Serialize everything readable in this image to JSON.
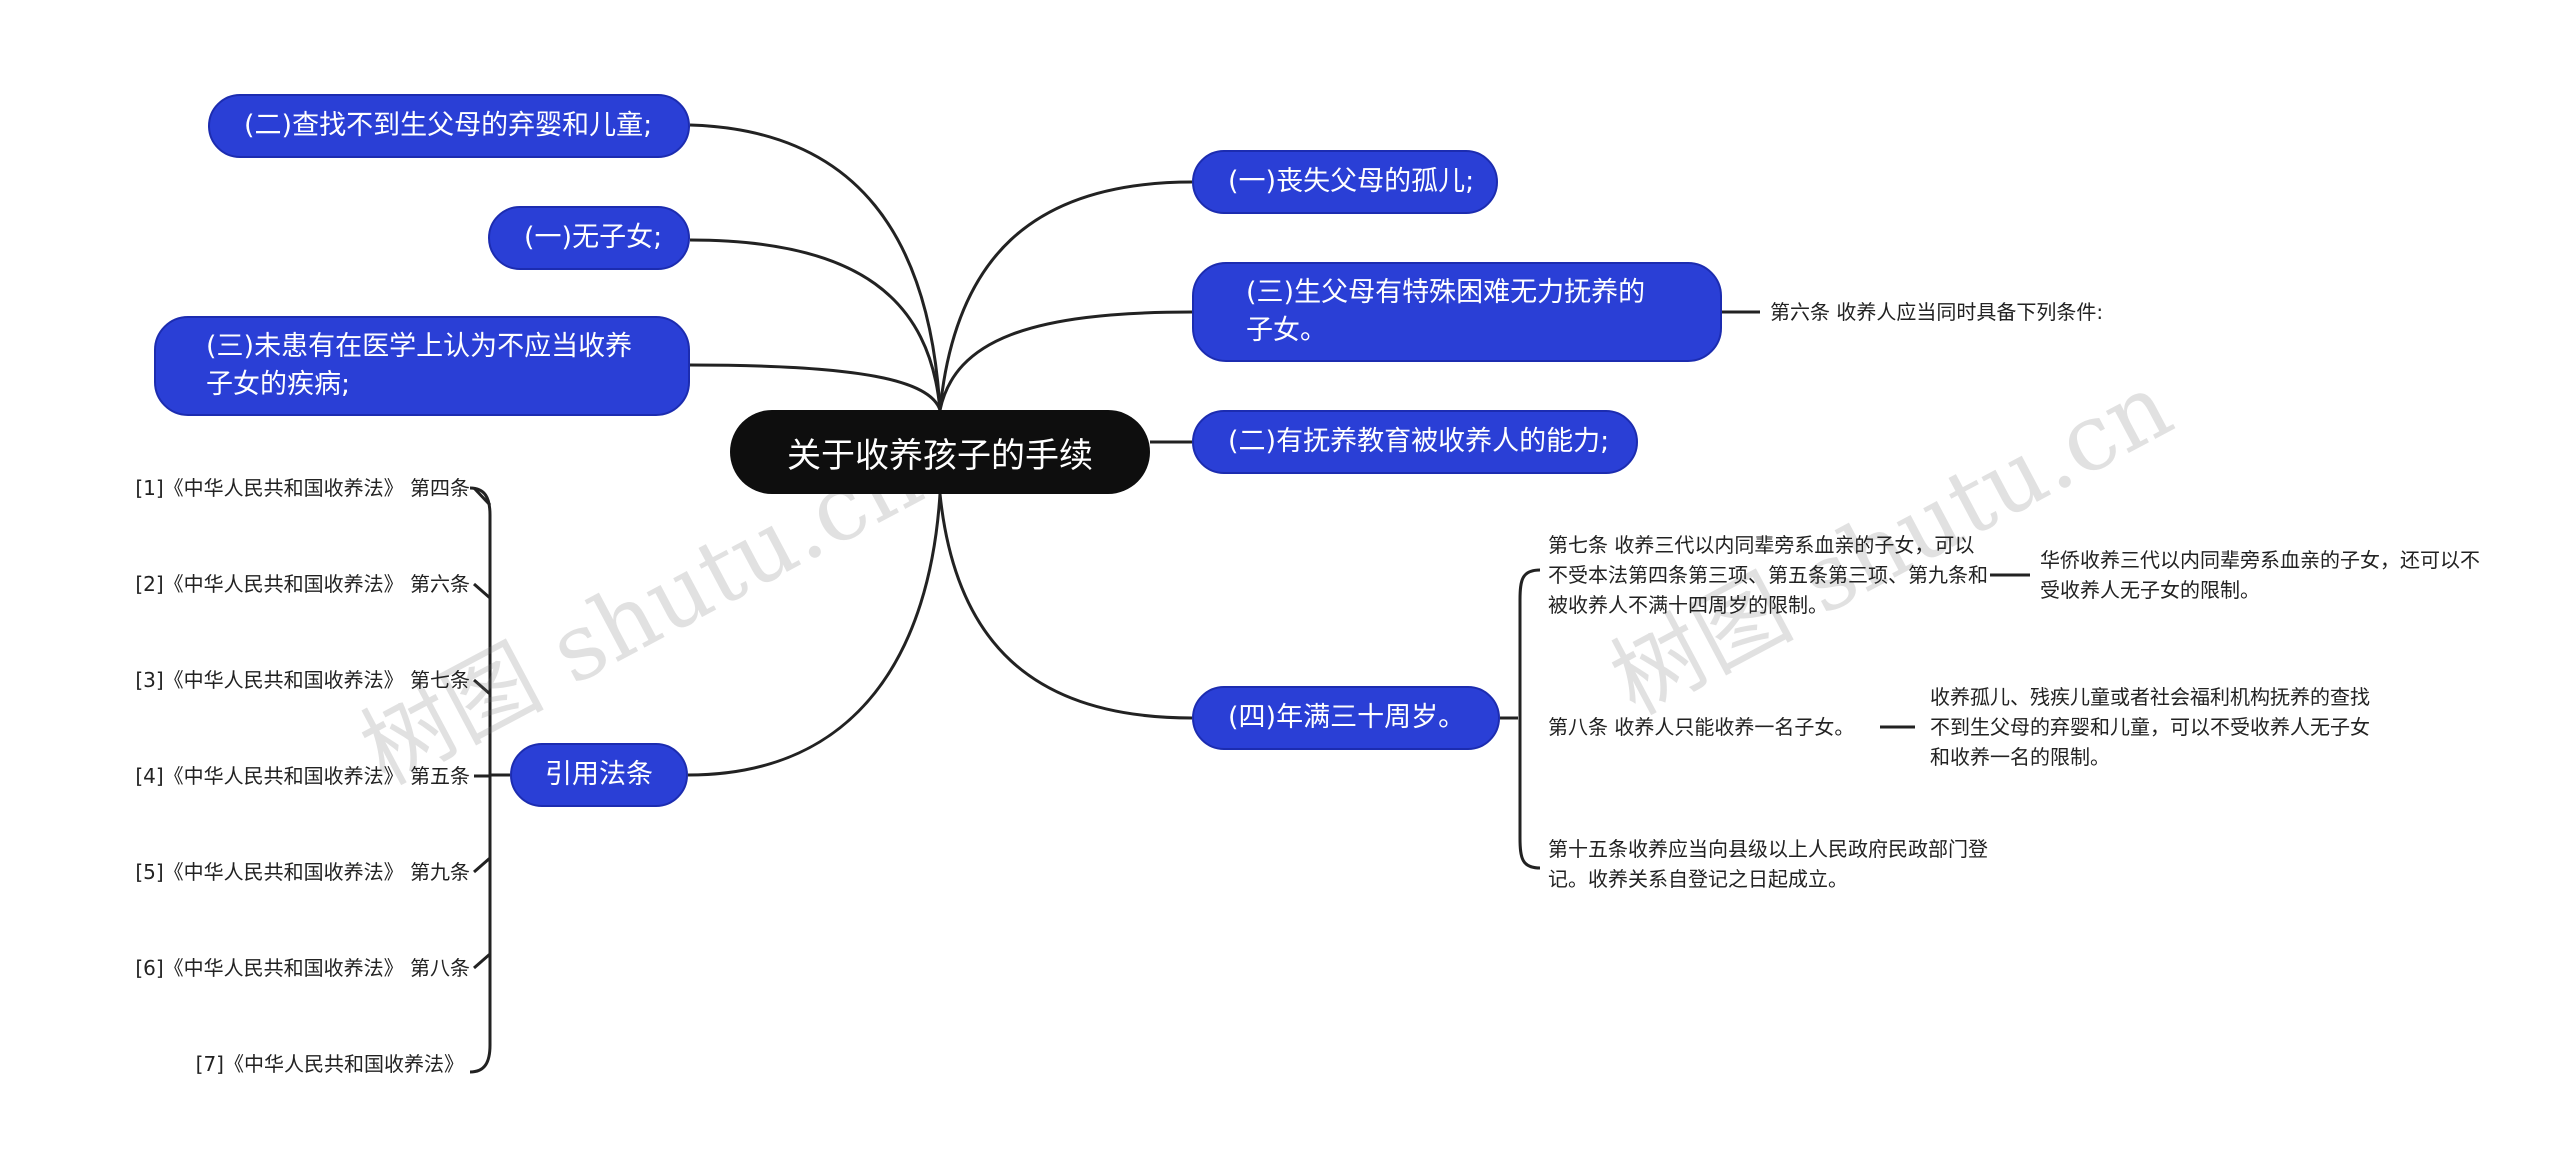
{
  "root": {
    "label": "关于收养孩子的手续"
  },
  "left_branches": [
    {
      "label": "(二)查找不到生父母的弃婴和儿童;"
    },
    {
      "label": "(一)无子女;"
    },
    {
      "label": "(三)未患有在医学上认为不应当收养子女的疾病;"
    },
    {
      "label": "引用法条"
    }
  ],
  "right_branches": [
    {
      "label": "(一)丧失父母的孤儿;"
    },
    {
      "label": "(三)生父母有特殊困难无力抚养的子女。"
    },
    {
      "label": "(二)有抚养教育被收养人的能力;"
    },
    {
      "label": "(四)年满三十周岁。"
    }
  ],
  "article6_note": "第六条 收养人应当同时具备下列条件:",
  "age_details": [
    {
      "label": "第七条 收养三代以内同辈旁系血亲的子女，可以不受本法第四条第三项、第五条第三项、第九条和被收养人不满十四周岁的限制。"
    },
    {
      "label": "第八条 收养人只能收养一名子女。"
    },
    {
      "label": "第十五条收养应当向县级以上人民政府民政部门登记。收养关系自登记之日起成立。"
    }
  ],
  "age_sub_details": [
    {
      "label": "华侨收养三代以内同辈旁系血亲的子女，还可以不受收养人无子女的限制。"
    },
    {
      "label": "收养孤儿、残疾儿童或者社会福利机构抚养的查找不到生父母的弃婴和儿童，可以不受收养人无子女和收养一名的限制。"
    }
  ],
  "laws": [
    {
      "label": "[1]《中华人民共和国收养法》 第四条"
    },
    {
      "label": "[2]《中华人民共和国收养法》 第六条"
    },
    {
      "label": "[3]《中华人民共和国收养法》 第七条"
    },
    {
      "label": "[4]《中华人民共和国收养法》 第五条"
    },
    {
      "label": "[5]《中华人民共和国收养法》 第九条"
    },
    {
      "label": "[6]《中华人民共和国收养法》 第八条"
    },
    {
      "label": "[7]《中华人民共和国收养法》"
    }
  ],
  "watermarks": [
    {
      "label": "树图 shutu.cn"
    },
    {
      "label": "树图 shutu.cn"
    }
  ],
  "colors": {
    "node_fill": "#2a3fd6",
    "root_fill": "#0e0e0e",
    "line": "#222222"
  }
}
